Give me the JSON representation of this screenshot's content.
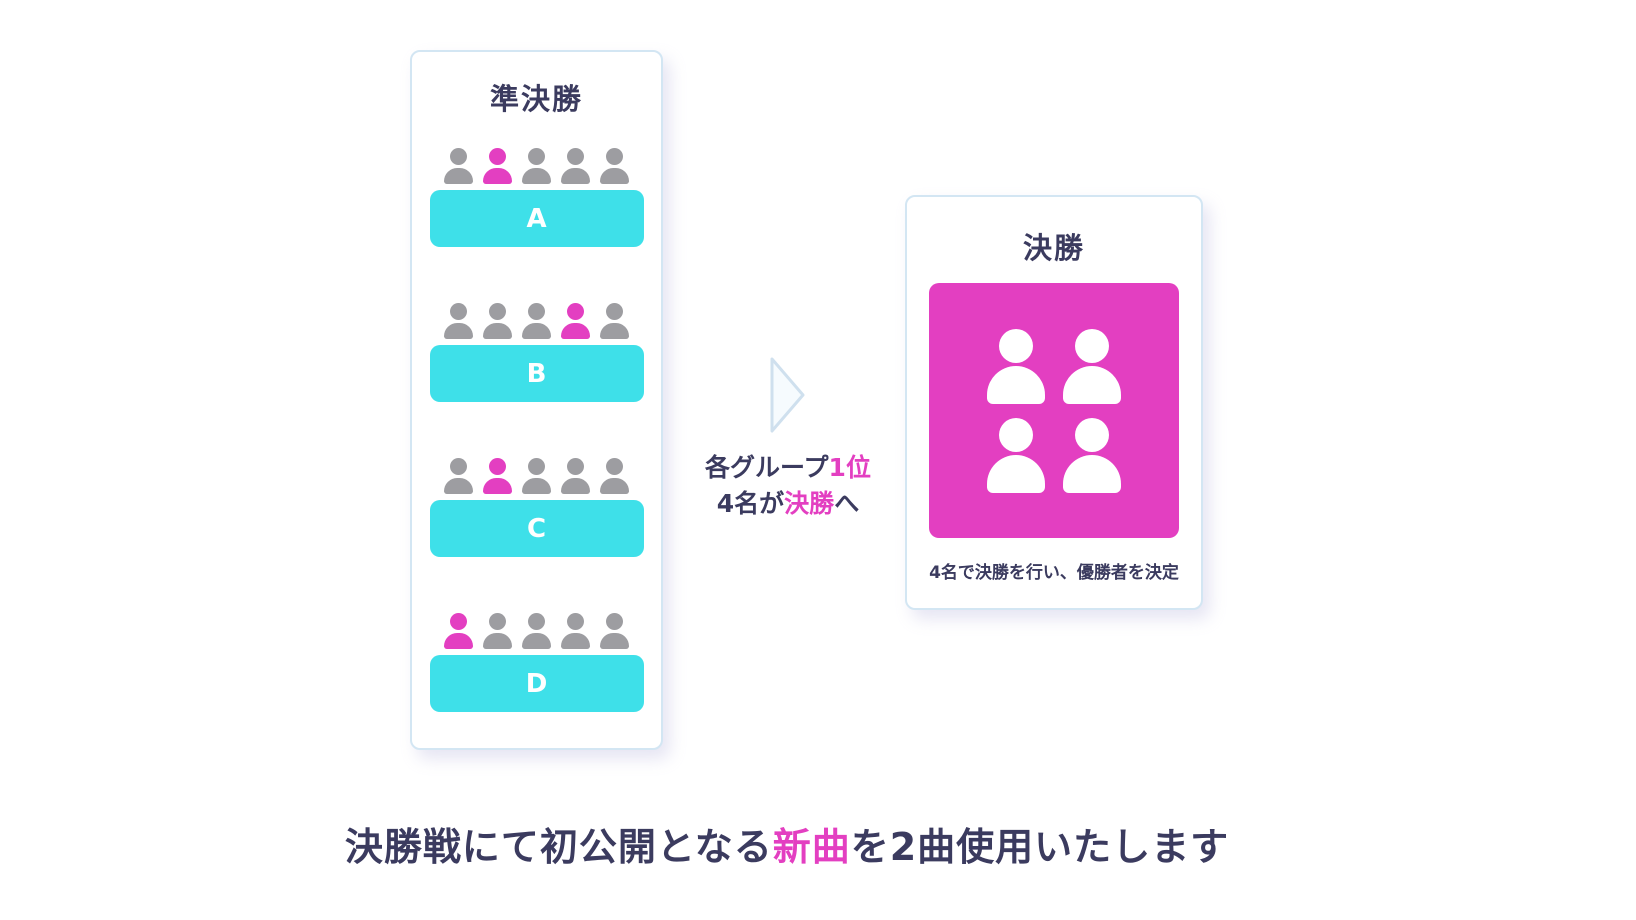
{
  "colors": {
    "cyan": "#3ee0e9",
    "magenta": "#e33fc1",
    "gray": "#9d9da1",
    "navy": "#3b3b5f",
    "panel_border": "#d3e6f3"
  },
  "semifinal": {
    "title": "準決勝",
    "groups": [
      {
        "label": "A",
        "members": 5,
        "highlight_index": 1
      },
      {
        "label": "B",
        "members": 5,
        "highlight_index": 3
      },
      {
        "label": "C",
        "members": 5,
        "highlight_index": 1
      },
      {
        "label": "D",
        "members": 5,
        "highlight_index": 0
      }
    ]
  },
  "transition": {
    "line1_prefix": "各グループ",
    "line1_highlight": "1位",
    "line2_prefix": "4名が",
    "line2_highlight": "決勝",
    "line2_suffix": "へ"
  },
  "final": {
    "title": "決勝",
    "members": 4,
    "caption": "4名で決勝を行い、優勝者を決定"
  },
  "footer": {
    "prefix": "決勝戦にて初公開となる",
    "highlight": "新曲",
    "suffix": "を2曲使用いたします"
  }
}
